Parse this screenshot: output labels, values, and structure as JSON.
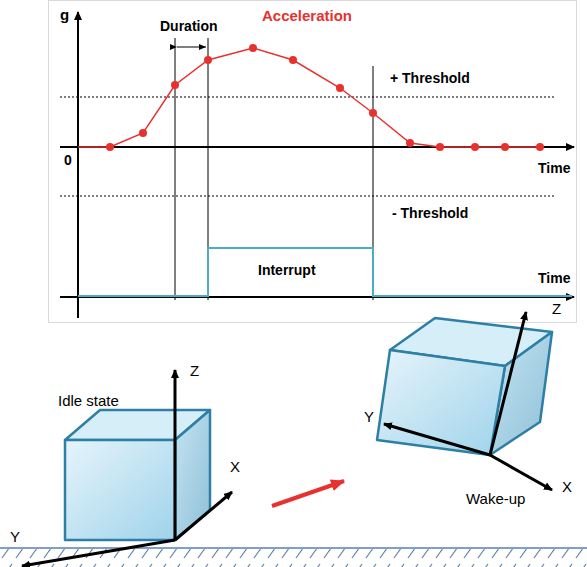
{
  "diagram": {
    "labels": [
      "g",
      "Duration",
      "Acceleration",
      "+ Threshold",
      "0",
      "Time",
      "- Threshold",
      "Interrupt",
      "Time",
      "Idle state",
      "Z",
      "X",
      "Y",
      "Y",
      "X",
      "Z",
      "Wake-up"
    ]
  }
}
